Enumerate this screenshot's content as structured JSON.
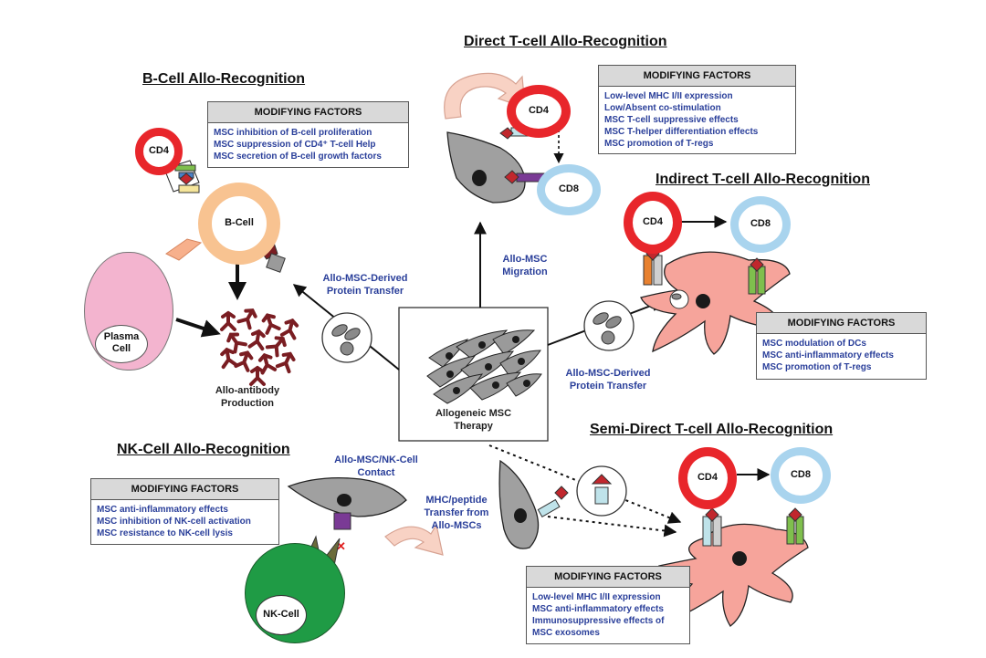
{
  "sections": {
    "b_cell": {
      "title": "B-Cell Allo-Recognition",
      "factors_title": "MODIFYING FACTORS",
      "factors": [
        "MSC inhibition of B-cell proliferation",
        "MSC suppression of CD4⁺ T-cell Help",
        "MSC secretion of B-cell growth factors"
      ]
    },
    "direct": {
      "title": "Direct T-cell Allo-Recognition",
      "factors_title": "MODIFYING FACTORS",
      "factors": [
        "Low-level MHC I/II expression",
        "Low/Absent co-stimulation",
        "MSC T-cell suppressive effects",
        "MSC T-helper differentiation effects",
        "MSC promotion of T-regs"
      ]
    },
    "indirect": {
      "title": "Indirect T-cell Allo-Recognition",
      "factors_title": "MODIFYING FACTORS",
      "factors": [
        "MSC modulation of DCs",
        "MSC anti-inflammatory effects",
        "MSC promotion of T-regs"
      ]
    },
    "semi_direct": {
      "title": "Semi-Direct T-cell Allo-Recognition",
      "factors_title": "MODIFYING FACTORS",
      "factors": [
        "Low-level MHC I/II expression",
        "MSC anti-inflammatory effects",
        "Immunosuppressive effects of",
        "MSC exosomes"
      ]
    },
    "nk_cell": {
      "title": "NK-Cell Allo-Recognition",
      "factors_title": "MODIFYING FACTORS",
      "factors": [
        "MSC anti-inflammatory effects",
        "MSC inhibition of NK-cell activation",
        "MSC resistance to NK-cell lysis"
      ]
    }
  },
  "center": {
    "line1": "Allogeneic MSC",
    "line2": "Therapy"
  },
  "pathway_labels": {
    "protein_transfer_left": [
      "Allo-MSC-Derived",
      "Protein Transfer"
    ],
    "migration": [
      "Allo-MSC",
      "Migration"
    ],
    "protein_transfer_right": [
      "Allo-MSC-Derived",
      "Protein Transfer"
    ],
    "nk_contact": [
      "Allo-MSC/NK-Cell",
      "Contact"
    ],
    "mhc_transfer": [
      "MHC/peptide",
      "Transfer from",
      "Allo-MSCs"
    ]
  },
  "cell_labels": {
    "cd4": "CD4",
    "cd8": "CD8",
    "b_cell": "B-Cell",
    "plasma_cell": [
      "Plasma",
      "Cell"
    ],
    "nk_cell": "NK-Cell",
    "allo_antibody": [
      "Allo-antibody",
      "Production"
    ]
  },
  "colors": {
    "label_blue": "#2a3f9a",
    "cd4_red": "#e8262b",
    "cd8_blue": "#a9d4ee",
    "b_cell_peach": "#f8c391",
    "plasma_pink": "#f3b4cf",
    "nk_green": "#1f9b45",
    "dendritic_salmon": "#f6a49b",
    "msc_gray": "#9a9a9a",
    "antibody_maroon": "#7a1d22"
  }
}
